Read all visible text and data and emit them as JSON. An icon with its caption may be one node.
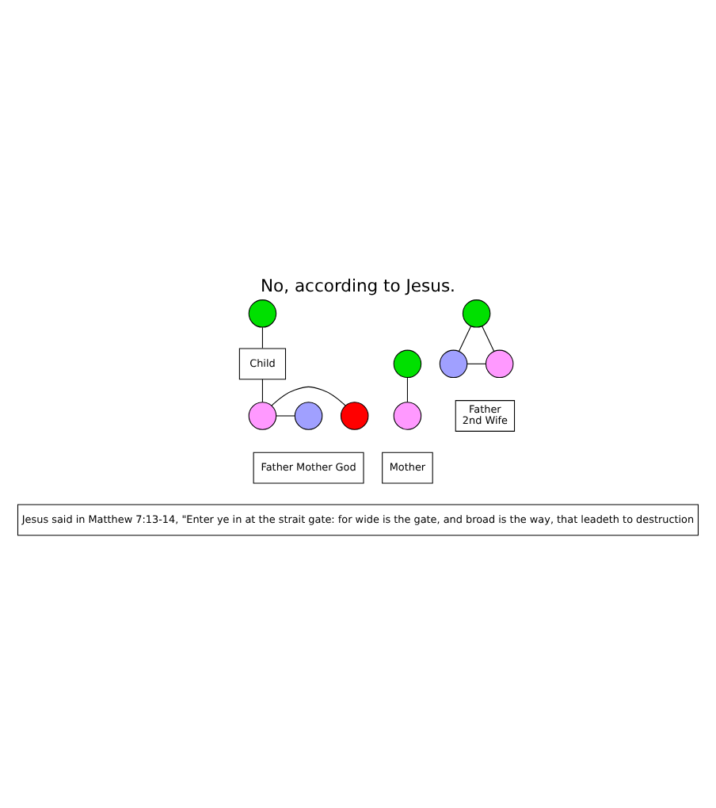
{
  "diagram": {
    "title": "No, according to Jesus.",
    "nodes": [
      {
        "text": [],
        "shape": "circle"
      },
      {
        "text": [
          "Child"
        ]
      },
      {
        "text": [],
        "shape": "circle"
      },
      {
        "text": [],
        "shape": "circle"
      },
      {
        "text": [],
        "shape": "circle"
      },
      {
        "text": [
          "Father Mother God"
        ]
      },
      {
        "text": [],
        "shape": "circle"
      },
      {
        "text": [],
        "shape": "circle"
      },
      {
        "text": [
          "Mother"
        ]
      },
      {
        "text": [],
        "shape": "circle"
      },
      {
        "text": [],
        "shape": "circle"
      },
      {
        "text": [],
        "shape": "circle"
      },
      {
        "text": [
          "Father",
          "2nd Wife"
        ]
      }
    ],
    "edges": [
      {
        "from": 0,
        "to": 1,
        "arrow": "none"
      },
      {
        "from": 1,
        "to": 3,
        "arrow": "none"
      },
      {
        "from": 2,
        "to": 3,
        "arrow": "none"
      },
      {
        "from": 3,
        "to": 4,
        "arrow": "none"
      },
      {
        "from": 6,
        "to": 7,
        "arrow": "none"
      },
      {
        "from": 10,
        "to": 11,
        "arrow": "none"
      },
      {
        "from": 9,
        "to": 10,
        "arrow": "none"
      },
      {
        "from": 9,
        "to": 11,
        "arrow": "none"
      }
    ],
    "labels": [
      "Jesus said in Matthew 7:13-14, \"Enter ye in at the strait gate: for wide is the gate, and broad is the way, that leadeth to destruction"
    ]
  }
}
